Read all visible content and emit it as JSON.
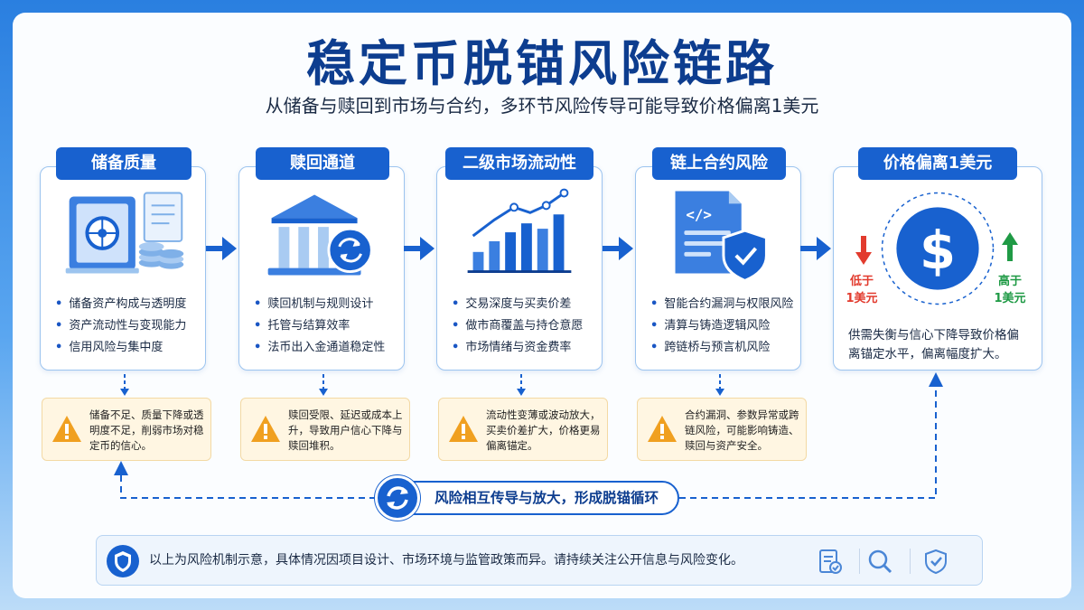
{
  "header": {
    "title": "稳定币脱锚风险链路",
    "subtitle": "从储备与赎回到市场与合约，多环节风险传导可能导致价格偏离1美元"
  },
  "stages": [
    {
      "label": "储备质量",
      "bullets": [
        "储备资产构成与透明度",
        "资产流动性与变现能力",
        "信用风险与集中度"
      ],
      "warning": "储备不足、质量下降或透明度不足，削弱市场对稳定币的信心。"
    },
    {
      "label": "赎回通道",
      "bullets": [
        "赎回机制与规则设计",
        "托管与结算效率",
        "法币出入金通道稳定性"
      ],
      "warning": "赎回受限、延迟或成本上升，导致用户信心下降与赎回堆积。"
    },
    {
      "label": "二级市场流动性",
      "bullets": [
        "交易深度与买卖价差",
        "做市商覆盖与持仓意愿",
        "市场情绪与资金费率"
      ],
      "warning": "流动性变薄或波动放大，买卖价差扩大，价格更易偏离锚定。"
    },
    {
      "label": "链上合约风险",
      "bullets": [
        "智能合约漏洞与权限风险",
        "清算与铸造逻辑风险",
        "跨链桥与预言机风险"
      ],
      "warning": "合约漏洞、参数异常或跨链风险，可能影响铸造、赎回与资产安全。"
    }
  ],
  "result": {
    "label": "价格偏离1美元",
    "below_label": "低于\n1美元",
    "above_label": "高于\n1美元",
    "description": "供需失衡与信心下降导致价格偏离锚定水平，偏离幅度扩大。"
  },
  "loop_label": "风险相互传导与放大，形成脱锚循环",
  "footer": {
    "text": "以上为风险机制示意，具体情况因项目设计、市场环境与监管政策而异。请持续关注公开信息与风险变化。"
  },
  "colors": {
    "primary": "#1861cf",
    "title": "#0d3d8f",
    "down": "#e23b2e",
    "up": "#1f9a45",
    "warning": "#f0a020"
  }
}
